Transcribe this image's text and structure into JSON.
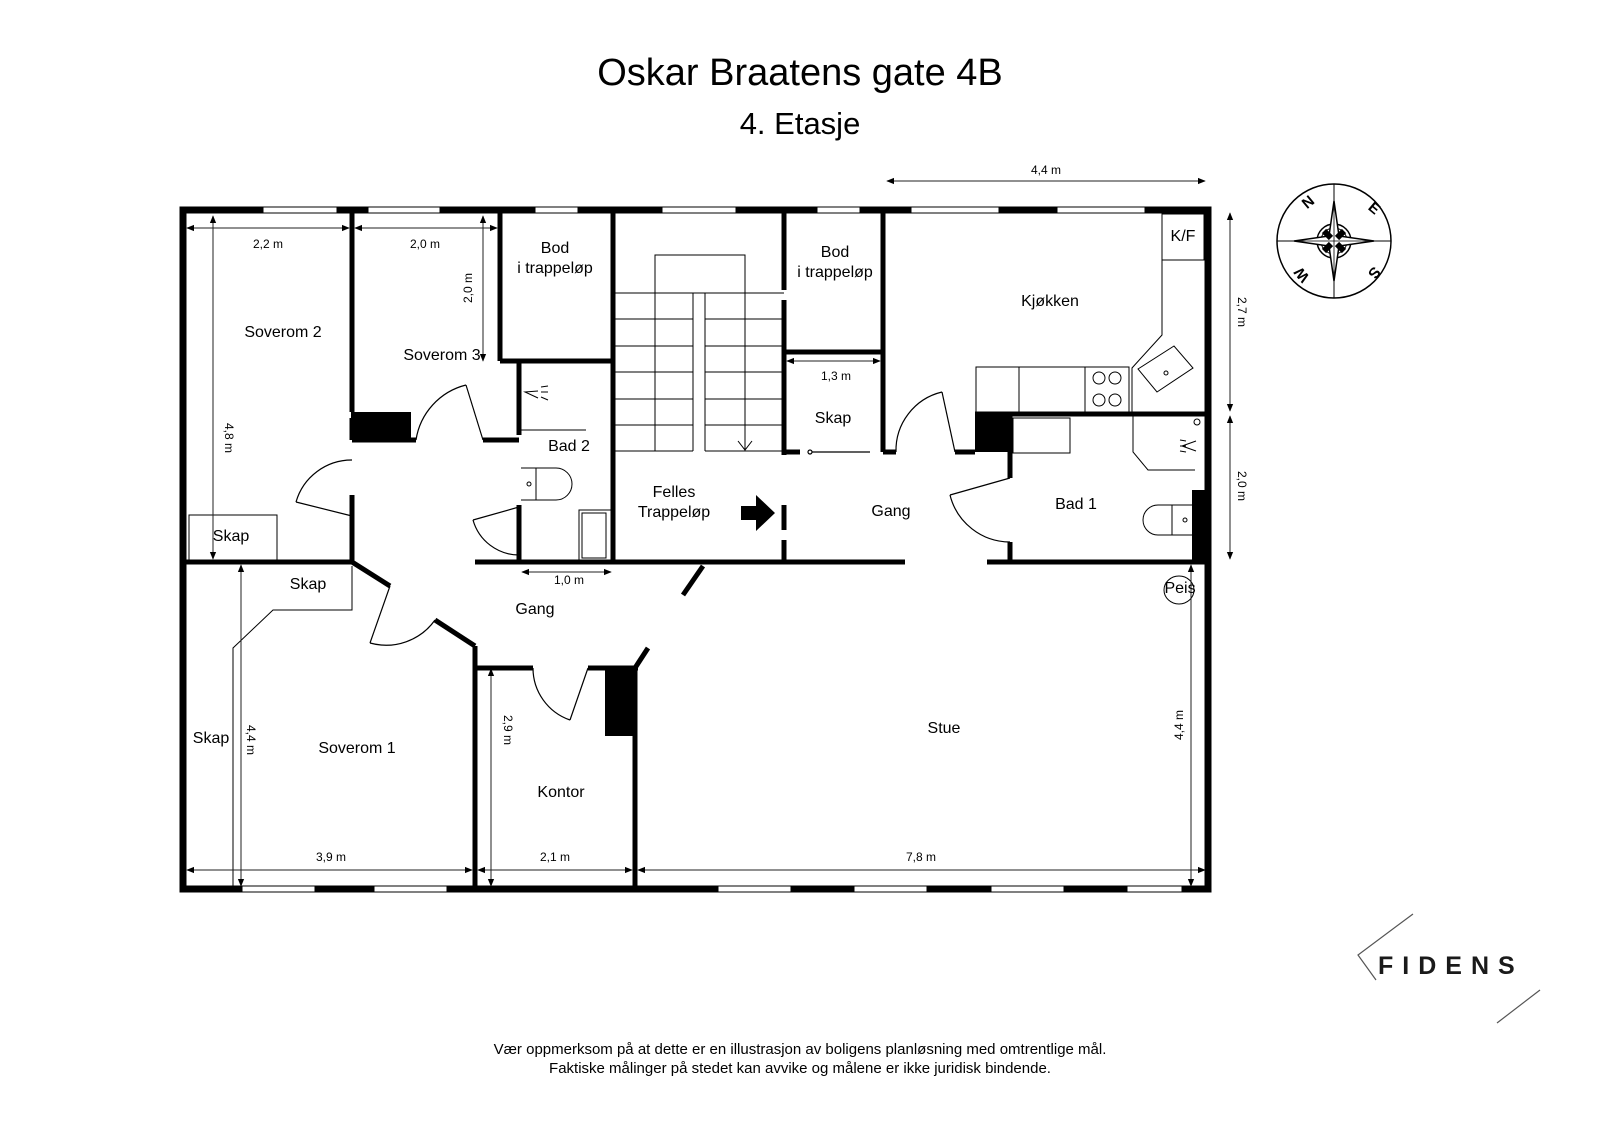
{
  "header": {
    "address": "Oskar Braatens gate 4B",
    "floor": "4. Etasje"
  },
  "rooms": {
    "soverom2": "Soverom 2",
    "soverom3": "Soverom 3",
    "bod1_line1": "Bod",
    "bod1_line2": "i trappeløp",
    "bod2_line1": "Bod",
    "bod2_line2": "i trappeløp",
    "kjokken": "Kjøkken",
    "kf": "K/F",
    "bad2": "Bad 2",
    "skap_hall": "Skap",
    "felles_line1": "Felles",
    "felles_line2": "Trappeløp",
    "gang_right": "Gang",
    "bad1": "Bad 1",
    "skap_s2": "Skap",
    "skap_s1_top": "Skap",
    "gang_left": "Gang",
    "peis": "Peis",
    "skap_s1_left": "Skap",
    "soverom1": "Soverom 1",
    "kontor": "Kontor",
    "stue": "Stue"
  },
  "dimensions": {
    "top_kitchen": "4,4 m",
    "s2_width": "2,2 m",
    "s3_width": "2,0 m",
    "s3_height": "2,0 m",
    "s2_height": "4,8 m",
    "skap_width": "1,3 m",
    "bad2_width": "1,0 m",
    "right_upper": "2,7 m",
    "right_lower": "2,0 m",
    "s1_height": "4,4 m",
    "kontor_height": "2,9 m",
    "stue_height": "4,4 m",
    "s1_width": "3,9 m",
    "kontor_width": "2,1 m",
    "stue_width": "7,8 m"
  },
  "compass": {
    "n": "N",
    "e": "E",
    "s": "S",
    "w": "W"
  },
  "brand": {
    "logo": "FIDENS"
  },
  "disclaimer": {
    "line1": "Vær oppmerksom på at dette er en illustrasjon av boligens planløsning med omtrentlige mål.",
    "line2": "Faktiske målinger på stedet kan avvike og målene er ikke juridisk bindende."
  },
  "colors": {
    "wall": "#000000",
    "background": "#ffffff",
    "dimension_line": "#222222"
  }
}
